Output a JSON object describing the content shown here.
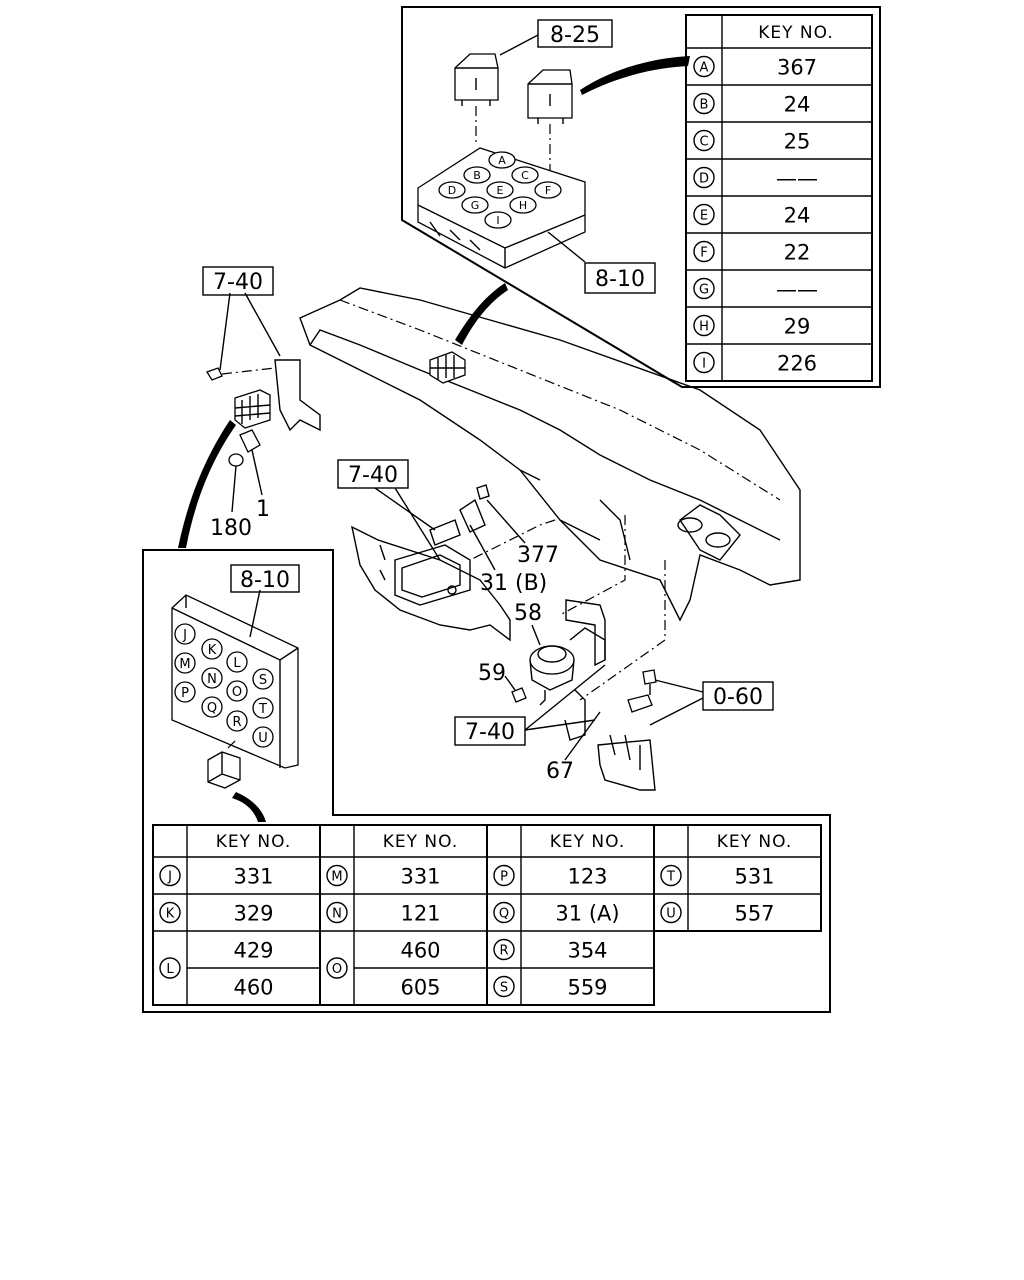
{
  "refs": {
    "fuse_box_top": "8-25",
    "relay_box_top": "8-10",
    "bracket_left": "7-40",
    "bracket_mid": "7-40",
    "relay_box_left": "8-10",
    "bracket_low": "7-40",
    "bolt_ref": "0-60"
  },
  "parts": {
    "p180": "180",
    "p1": "1",
    "p377": "377",
    "p31b": "31 (B)",
    "p58": "58",
    "p59": "59",
    "p67": "67"
  },
  "top_table": {
    "header": "KEY NO.",
    "rows": [
      {
        "key": "A",
        "value": "367"
      },
      {
        "key": "B",
        "value": "24"
      },
      {
        "key": "C",
        "value": "25"
      },
      {
        "key": "D",
        "value": "——"
      },
      {
        "key": "E",
        "value": "24"
      },
      {
        "key": "F",
        "value": "22"
      },
      {
        "key": "G",
        "value": "——"
      },
      {
        "key": "H",
        "value": "29"
      },
      {
        "key": "I",
        "value": "226"
      }
    ]
  },
  "bottom_table": {
    "header": "KEY NO.",
    "col1": [
      {
        "key": "J",
        "values": [
          "331"
        ]
      },
      {
        "key": "K",
        "values": [
          "329"
        ]
      },
      {
        "key": "L",
        "values": [
          "429",
          "460"
        ]
      }
    ],
    "col2": [
      {
        "key": "M",
        "values": [
          "331"
        ]
      },
      {
        "key": "N",
        "values": [
          "121"
        ]
      },
      {
        "key": "O",
        "values": [
          "460",
          "605"
        ]
      }
    ],
    "col3": [
      {
        "key": "P",
        "values": [
          "123"
        ]
      },
      {
        "key": "Q",
        "values": [
          "31 (A)"
        ]
      },
      {
        "key": "R",
        "values": [
          "354"
        ]
      },
      {
        "key": "S",
        "values": [
          "559"
        ]
      }
    ],
    "col4": [
      {
        "key": "T",
        "values": [
          "531"
        ]
      },
      {
        "key": "U",
        "values": [
          "557"
        ]
      }
    ]
  },
  "top_box_letters": [
    "A",
    "B",
    "C",
    "D",
    "E",
    "F",
    "G",
    "H",
    "I"
  ],
  "left_box_letters": [
    "J",
    "K",
    "L",
    "S",
    "M",
    "N",
    "O",
    "T",
    "P",
    "Q",
    "R",
    "U"
  ]
}
